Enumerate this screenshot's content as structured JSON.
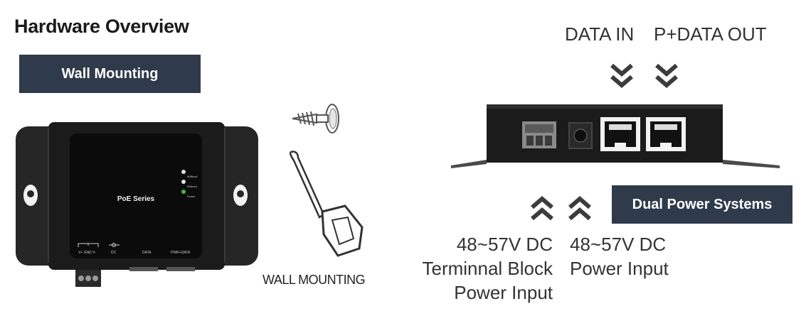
{
  "title": "Hardware Overview",
  "badges": {
    "wall_mounting": "Wall Mounting",
    "dual_power": "Dual Power Systems"
  },
  "device_front": {
    "series_label": "PoE Series",
    "led_labels": [
      "Wifiboot",
      "Ethboot",
      "Power"
    ],
    "port_labels": [
      "V+ GND V-",
      "DC",
      "DATA",
      "PWR+DATA"
    ]
  },
  "wall_mounting_caption": "WALL MOUNTING",
  "ports": {
    "data_in": "DATA IN",
    "pdata_out": "P+DATA OUT"
  },
  "power_inputs": {
    "terminal": [
      "48~57V DC",
      "Terminnal Block",
      "Power Input"
    ],
    "dc": [
      "48~57V DC",
      "Power Input"
    ]
  },
  "colors": {
    "badge_bg": "#2f3a4b",
    "device_body": "#1b1b1b",
    "chevron": "#3c3c3c"
  }
}
